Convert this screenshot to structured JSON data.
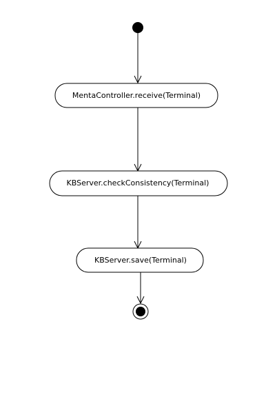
{
  "diagram": {
    "type": "uml-activity",
    "actions": [
      {
        "id": "receive",
        "label": "MentaController.receive(Terminal)"
      },
      {
        "id": "check",
        "label": "KBServer.checkConsistency(Terminal)"
      },
      {
        "id": "save",
        "label": "KBServer.save(Terminal)"
      }
    ],
    "flows": [
      {
        "from": "start",
        "to": "receive"
      },
      {
        "from": "receive",
        "to": "check"
      },
      {
        "from": "check",
        "to": "save"
      },
      {
        "from": "save",
        "to": "end"
      }
    ],
    "colors": {
      "stroke": "#000000",
      "fill": "#ffffff",
      "node": "#000000"
    }
  }
}
